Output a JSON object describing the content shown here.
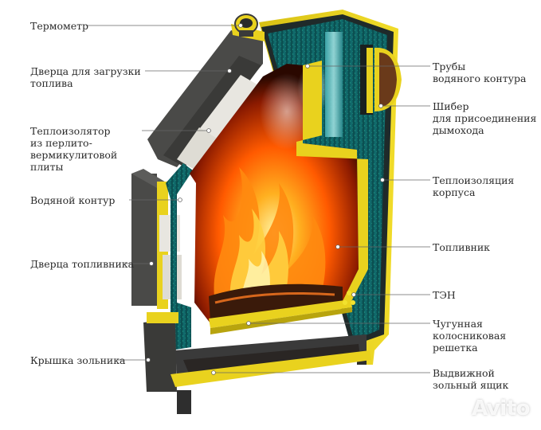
{
  "labels": {
    "left": [
      {
        "id": "thermometer",
        "text": "Термометр"
      },
      {
        "id": "fuel-door",
        "text": "Дверца для загрузки\nтоплива"
      },
      {
        "id": "insulator",
        "text": "Теплоизолятор\nиз перлито-\nвермикулитовой\nплиты"
      },
      {
        "id": "water-circuit",
        "text": "Водяной контур"
      },
      {
        "id": "firebox-door",
        "text": "Дверца топливника"
      },
      {
        "id": "ash-cover",
        "text": "Крышка зольника"
      }
    ],
    "right": [
      {
        "id": "water-pipes",
        "text": "Трубы\nводяного контура"
      },
      {
        "id": "damper",
        "text": "Шибер\nдля присоединения\nдымохода"
      },
      {
        "id": "body-insulation",
        "text": "Теплоизоляция\nкорпуса"
      },
      {
        "id": "firebox",
        "text": "Топливник"
      },
      {
        "id": "heater",
        "text": "ТЭН"
      },
      {
        "id": "grate",
        "text": "Чугунная\nколосниковая\nрешетка"
      },
      {
        "id": "ash-drawer",
        "text": "Выдвижной\nзольный ящик"
      }
    ]
  },
  "watermark": "Avito",
  "colors": {
    "yellow": "#e9d21e",
    "yellow_dark": "#b8a40e",
    "teal": "#0d5a5c",
    "fire": "#ff6a00",
    "steel": "#4a4a4a"
  }
}
